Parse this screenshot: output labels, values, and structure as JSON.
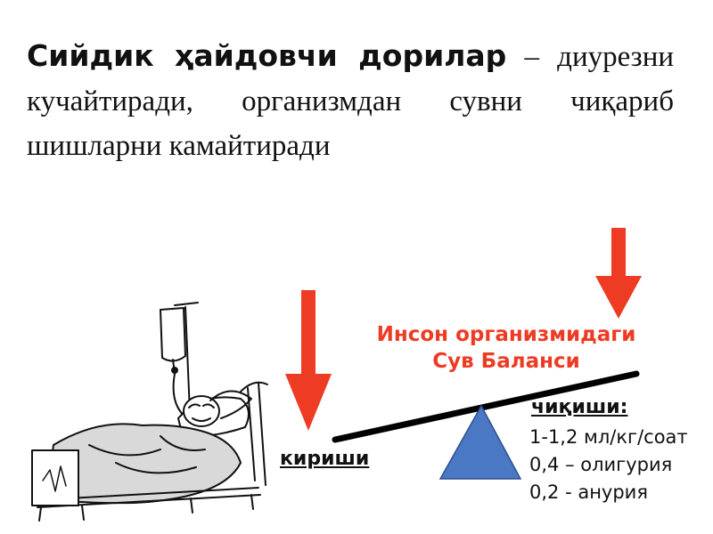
{
  "heading": {
    "bold": "Сийдик ҳайдовчи дорилар",
    "dash": " – ",
    "rest": "диурезни кучайтиради, организмдан сувни чиқариб шишларни камайтиради"
  },
  "diagram": {
    "title_line1": "Инсон организмидаги",
    "title_line2": "Сув Баланси",
    "inflow_label": "кириши",
    "outflow_label": "чиқиши:",
    "outflow_items": [
      "1-1,2 мл/кг/соат",
      "0,4 – олигурия",
      "0,2 - анурия"
    ]
  },
  "colors": {
    "arrow": "#ee3b24",
    "title": "#ee3b24",
    "fulcrum": "#4a78c4",
    "beam": "#000000"
  },
  "icons": {
    "patient": "patient-in-hospital-bed-icon"
  }
}
